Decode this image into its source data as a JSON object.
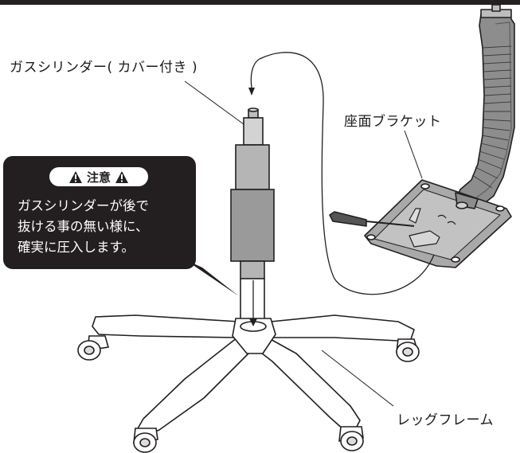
{
  "labels": {
    "gas_cylinder": "ガスシリンダー( カバー付き )",
    "seat_bracket": "座面ブラケット",
    "leg_frame": "レッグフレーム"
  },
  "caution": {
    "title": "注意",
    "icon": "warning-triangle-icon",
    "lines": [
      "ガスシリンダーが後で",
      "抜ける事の無い様に、",
      "確実に圧入します。"
    ]
  },
  "colors": {
    "caution_box": "#231f20",
    "caution_text": "#ffffff",
    "line_art": "#231f20",
    "metal_gray": "#9a9a9a"
  }
}
